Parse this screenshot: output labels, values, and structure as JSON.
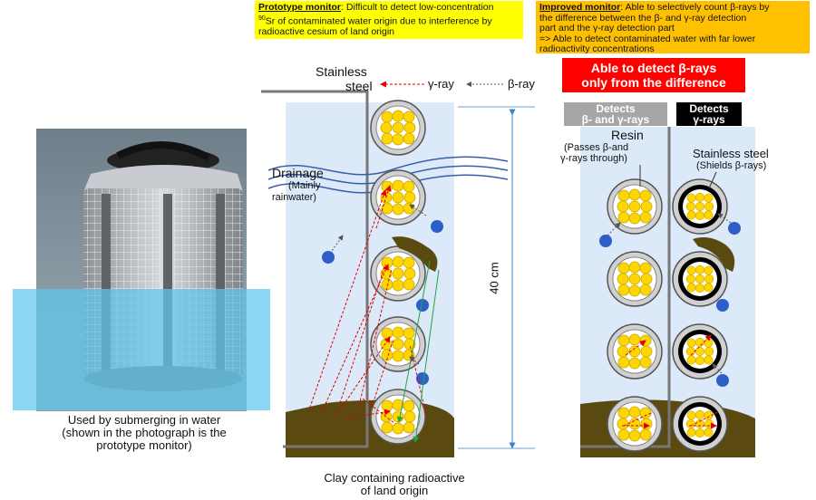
{
  "notes": {
    "prototype": {
      "heading": "Prototype monitor",
      "line1": ": Difficult to detect low-concentration",
      "line2_sup": "90",
      "line2": "Sr of contaminated water origin due to interference by",
      "line3": "radioactive cesium of land origin"
    },
    "improved": {
      "heading": "Improved monitor",
      "line1": ": Able to selectively count β-rays by",
      "line2": "the difference between the β- and γ-ray detection",
      "line3": "part and the γ-ray detection part",
      "line4": "=> Able to detect contaminated water with far lower",
      "line5": "radioactivity concentrations"
    }
  },
  "banner": {
    "line1": "Able to detect β-rays",
    "line2": "only from the difference"
  },
  "labels": {
    "stainless_1": "Stainless",
    "stainless_2": "steel",
    "gamma_ray": "γ-ray",
    "beta_ray": "β-ray",
    "drainage_1": "Drainage",
    "drainage_2": "(Mainly",
    "drainage_3": "rainwater)",
    "height": "40 cm",
    "clay_1": "Clay containing radioactive",
    "clay_2": "of land origin",
    "resin": "Resin",
    "resin_sub_1": "(Passes β-and",
    "resin_sub_2": "γ-rays through)",
    "steel_right": "Stainless steel",
    "steel_right_sub": "(Shields β-rays)"
  },
  "tags": {
    "grey_1": "Detects",
    "grey_2": "β- and γ-rays",
    "black_1": "Detects",
    "black_2": "γ-rays"
  },
  "caption": {
    "line1": "Used by submerging in water",
    "line2": "(shown in the photograph is the",
    "line3": "prototype monitor)"
  },
  "colors": {
    "water": "#dbe9f8",
    "clay": "#5a4a10",
    "pellet": "#ffd700",
    "banner": "#ff0000",
    "note_prototype": "#ffff00",
    "note_improved": "#ffc000",
    "particle": "#2e5fc9"
  }
}
